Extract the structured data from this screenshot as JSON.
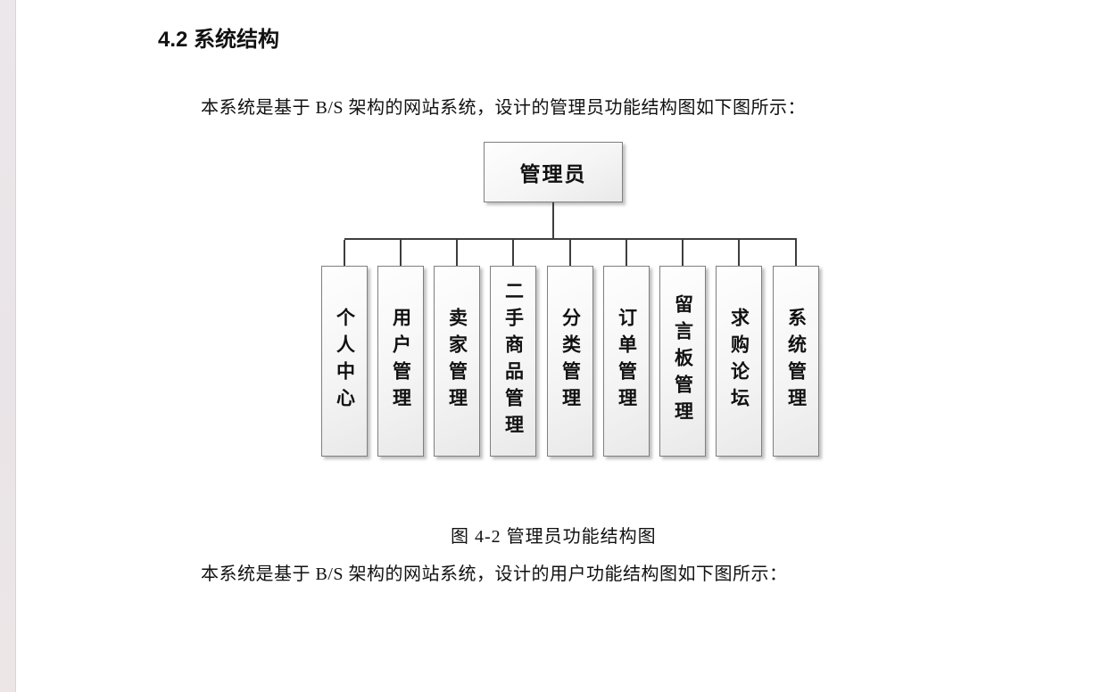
{
  "document": {
    "heading": "4.2 系统结构",
    "paragraph_admin": "本系统是基于 B/S 架构的网站系统，设计的管理员功能结构图如下图所示：",
    "figure_caption": "图 4-2 管理员功能结构图",
    "paragraph_user": "本系统是基于 B/S 架构的网站系统，设计的用户功能结构图如下图所示："
  },
  "diagram": {
    "type": "tree",
    "root": "管理员",
    "children": [
      "个人中心",
      "用户管理",
      "卖家管理",
      "二手商品管理",
      "分类管理",
      "订单管理",
      "留言板管理",
      "求购论坛",
      "系统管理"
    ]
  },
  "colors": {
    "page_background": "#ffffff",
    "left_strip": "#e9e5e8",
    "box_border": "#7f7f7f",
    "box_fill_top": "#fefefe",
    "box_fill_bottom": "#e9e9ea",
    "connector_line": "#3e3e3e",
    "text": "#111111"
  }
}
